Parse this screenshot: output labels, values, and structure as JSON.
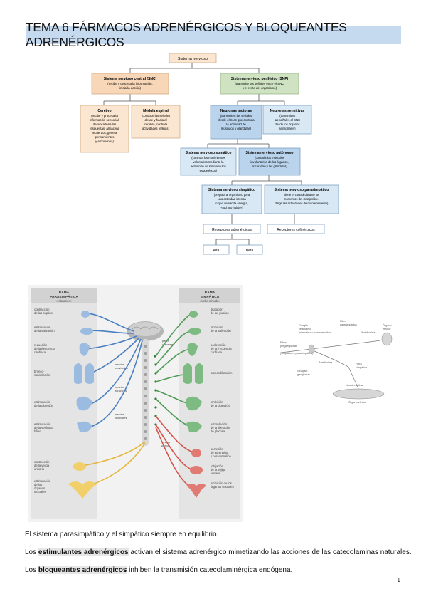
{
  "title": "TEMA 6 FÁRMACOS ADRENÉRGICOS Y BLOQUEANTES ADRENÉRGICOS",
  "flowchart": {
    "root": "Sistema nervioso",
    "snc": {
      "title": "Sistema nervioso central (SNC)",
      "desc": "(recibe y procesa la información, inicia la acción)"
    },
    "snp": {
      "title": "Sistema nervioso periférico (SNP)",
      "desc": "(transmite las señales entre el SNC y el resto del organismo)"
    },
    "cerebro": {
      "title": "Cerebro",
      "desc": "(recibe y procesa la información sensorial, desencadena las respuestas, almacena recuerdos, genera pensamientos y emociones)"
    },
    "medula": {
      "title": "Médula espinal",
      "desc": "(conduce las señales desde y hacia el cerebro, controla actividades reflejas)"
    },
    "motoras": {
      "title": "Neuronas motoras",
      "desc": "(transmiten las señales desde el SNC que controla la actividad de músculos y glándulas)"
    },
    "sensitivas": {
      "title": "Neuronas sensitivas",
      "desc": "(transmiten las señales al SNC desde los órganos sensoriales)"
    },
    "somatico": {
      "title": "Sistema nervioso somático",
      "desc": "(controla los movimientos voluntarios mediante la activación de los músculos esqueléticos)"
    },
    "autonomo": {
      "title": "Sistema nervioso autónomo",
      "desc": "(controla los músculos involuntarios de los órganos, el corazón y las glándulas)"
    },
    "simpatico": {
      "title": "Sistema nervioso simpático",
      "desc": "(prepara al organismo para una actividad intensa o que demanda energía, «lucha o huida»)"
    },
    "parasimpatico": {
      "title": "Sistema nervioso parasimpático",
      "desc": "(tiene el control durante los momentos de «relajación», dirige las actividades de mantenimiento)"
    },
    "rec_adrenergicos": "Receptores adrenérgicos",
    "rec_colinergicos": "Receptores colinérgicos",
    "alfa": "Alfa",
    "beta": "Beta"
  },
  "anatomy": {
    "left_header": {
      "title": "RAMA PARASIMPÁTICA",
      "subtitle": "«relajación»"
    },
    "right_header": {
      "title": "RAMA SIMPÁTICA",
      "subtitle": "«lucha o huida»"
    },
    "left_labels": [
      "contracción de las pupilas",
      "estimulación de la salivación",
      "reducción de la frecuencia cardíaca",
      "bronco-constricción",
      "estimulación de la digestión",
      "estimulación de la vesícula biliar",
      "contracción de la vejiga urinaria",
      "estimulación de los órganos sexuales"
    ],
    "right_labels": [
      "dilatación de las pupilas",
      "inhibición de la salivación",
      "aceleración de la frecuencia cardíaca",
      "broncodilatación",
      "inhibición de la digestión",
      "estimulación de la liberación de glucosa",
      "secreción de adrenalina y noradrenalina",
      "relajación de la vejiga urinaria",
      "inhibición de los órganos sexuales"
    ],
    "center_labels": [
      "pares craneales",
      "nervios cervicales",
      "nervios torácicos",
      "nervios lumbares",
      "nervios sacros"
    ]
  },
  "ganglion": {
    "labels": [
      "Ganglio vegetativo (simpático o parasimpático)",
      "Fibra parasimpática",
      "Acetilcolina",
      "Órgano efector",
      "Fibra preganglionar",
      "(simpática o parasimpática)",
      "Acetilcolina",
      "Sinapsis ganglionar",
      "Fibra simpática",
      "Noradrenalina",
      "Órgano efector"
    ]
  },
  "paragraphs": {
    "p1": "El sistema parasimpático y el simpático siempre en equilibrio.",
    "p2_pre": "Los ",
    "p2_bold": "estimulantes adrenérgicos",
    "p2_post": " activan el sistema adrenérgico mimetizando las acciones de las catecolaminas naturales.",
    "p3_pre": "Los ",
    "p3_bold": "bloqueantes adrenérgicos",
    "p3_post": " inhiben la transmisión catecolaminérgica endógena."
  },
  "page_number": "1",
  "colors": {
    "title_bg": "#c5d9ef",
    "snc_orange": "#f8d6b8",
    "snp_green": "#cfe3c3",
    "blue_box": "#d8e8f5",
    "parasym_blue": "#5a8fc7",
    "sym_green": "#4f9a55"
  }
}
